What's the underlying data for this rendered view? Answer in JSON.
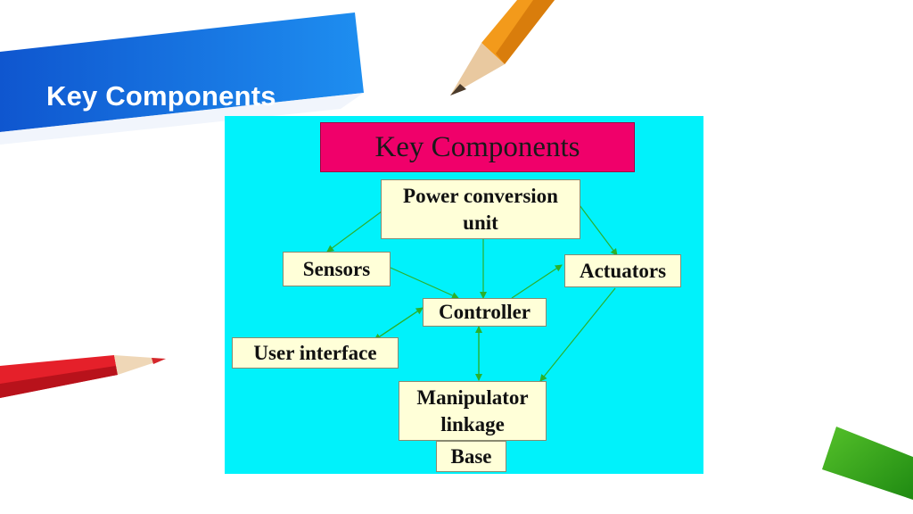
{
  "slide": {
    "title": "Key Components"
  },
  "figure": {
    "header": "Key Components",
    "nodes": {
      "power": "Power conversion\nunit",
      "sensors": "Sensors",
      "actuators": "Actuators",
      "controller": "Controller",
      "user_interface": "User interface",
      "manipulator": "Manipulator\nlinkage",
      "base": "Base"
    }
  },
  "colors": {
    "banner": "#1565d8",
    "figure_bg": "#00f2fb",
    "header_bg": "#f0006a",
    "node_bg": "#ffffd8",
    "arrow": "#2bb02b"
  }
}
